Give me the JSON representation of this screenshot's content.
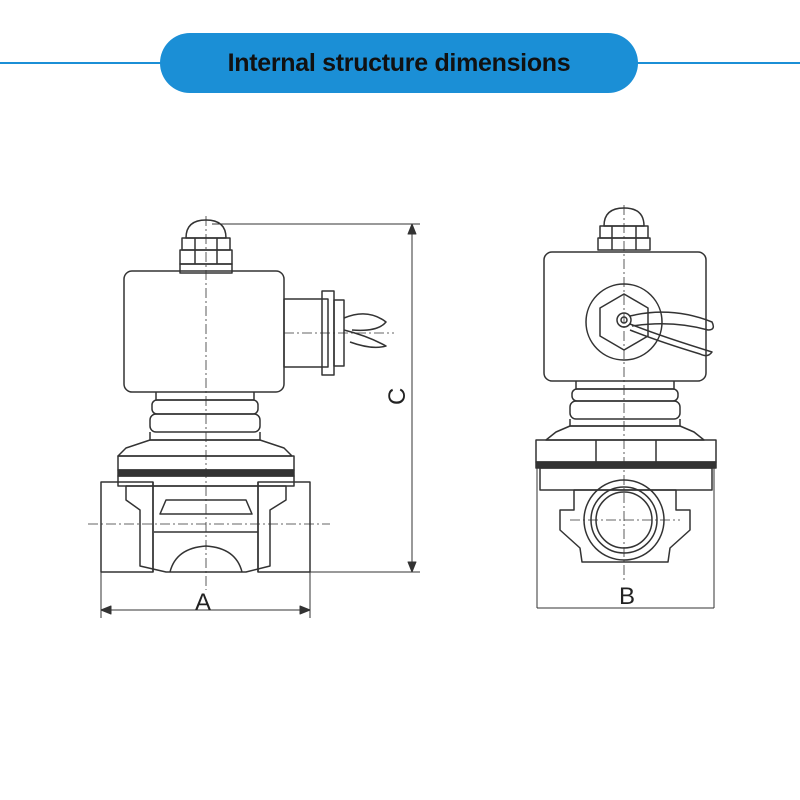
{
  "header": {
    "title": "Internal structure dimensions"
  },
  "dimensions": {
    "width_label": "A",
    "depth_label": "B",
    "height_label": "C"
  },
  "colors": {
    "accent": "#1b8fd6",
    "line": "#333333"
  }
}
